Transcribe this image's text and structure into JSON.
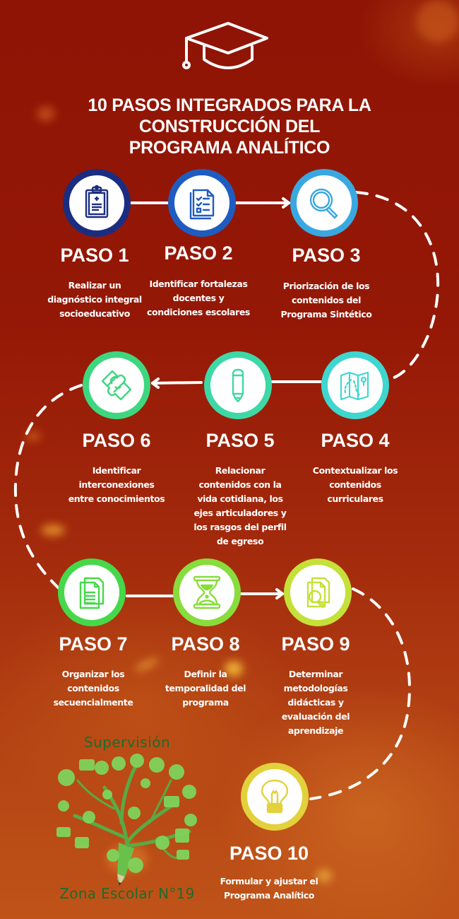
{
  "header": {
    "icon": "graduation-cap-icon",
    "title_lines": [
      "10 PASOS INTEGRADOS PARA LA",
      "CONSTRUCCIÓN DEL",
      "PROGRAMA ANALÍTICO"
    ]
  },
  "steps": [
    {
      "label": "PASO 1",
      "icon": "clipboard-icon",
      "ring_color": "#1b2d80",
      "icon_color": "#1b2d80",
      "desc": [
        "Realizar un",
        "diagnóstico integral",
        "socioeducativo"
      ]
    },
    {
      "label": "PASO 2",
      "icon": "checklist-document-icon",
      "ring_color": "#1f5cc0",
      "icon_color": "#1f5cc0",
      "desc": [
        "Identificar fortalezas",
        "docentes y",
        "condiciones escolares"
      ]
    },
    {
      "label": "PASO 3",
      "icon": "magnifying-glass-icon",
      "ring_color": "#3aa8e0",
      "icon_color": "#3aa8e0",
      "desc": [
        "Priorización de los",
        "contenidos del",
        "Programa Sintético"
      ]
    },
    {
      "label": "PASO 4",
      "icon": "map-icon",
      "ring_color": "#3fd6cf",
      "icon_color": "#3fd6cf",
      "desc": [
        "Contextualizar los",
        "contenidos",
        "curriculares"
      ]
    },
    {
      "label": "PASO 5",
      "icon": "pencil-icon",
      "ring_color": "#3ed8a7",
      "icon_color": "#3ed8a7",
      "desc": [
        "Relacionar",
        "contenidos con la",
        "vida cotidiana, los",
        "ejes articuladores y",
        "los rasgos del perfil",
        "de egreso"
      ]
    },
    {
      "label": "PASO 6",
      "icon": "puzzle-icon",
      "ring_color": "#3fd680",
      "icon_color": "#3fd680",
      "desc": [
        "Identificar",
        "interconexiones",
        "entre conocimientos"
      ]
    },
    {
      "label": "PASO 7",
      "icon": "documents-icon",
      "ring_color": "#46d84a",
      "icon_color": "#46d84a",
      "desc": [
        "Organizar los",
        "contenidos",
        "secuencialmente"
      ]
    },
    {
      "label": "PASO 8",
      "icon": "hourglass-icon",
      "ring_color": "#88dc3c",
      "icon_color": "#88dc3c",
      "desc": [
        "Definir la",
        "temporalidad del",
        "programa"
      ]
    },
    {
      "label": "PASO 9",
      "icon": "document-search-icon",
      "ring_color": "#c6e03a",
      "icon_color": "#c6e03a",
      "desc": [
        "Determinar",
        "metodologías",
        "didácticas y",
        "evaluación del",
        "aprendizaje"
      ]
    },
    {
      "label": "PASO 10",
      "icon": "lightbulb-icon",
      "ring_color": "#e2d13c",
      "icon_color": "#e2d13c",
      "desc": [
        "Formular y ajustar el",
        "Programa Analítico"
      ]
    }
  ],
  "logo": {
    "top_text": "Supervisión",
    "bottom_text": "Zona Escolar N°19",
    "icon": "pencil-tree-icon"
  },
  "colors": {
    "background_top": "#8f1405",
    "background_bottom": "#bf5318",
    "text": "#ffffff",
    "logo_text": "#1f6b2a"
  }
}
